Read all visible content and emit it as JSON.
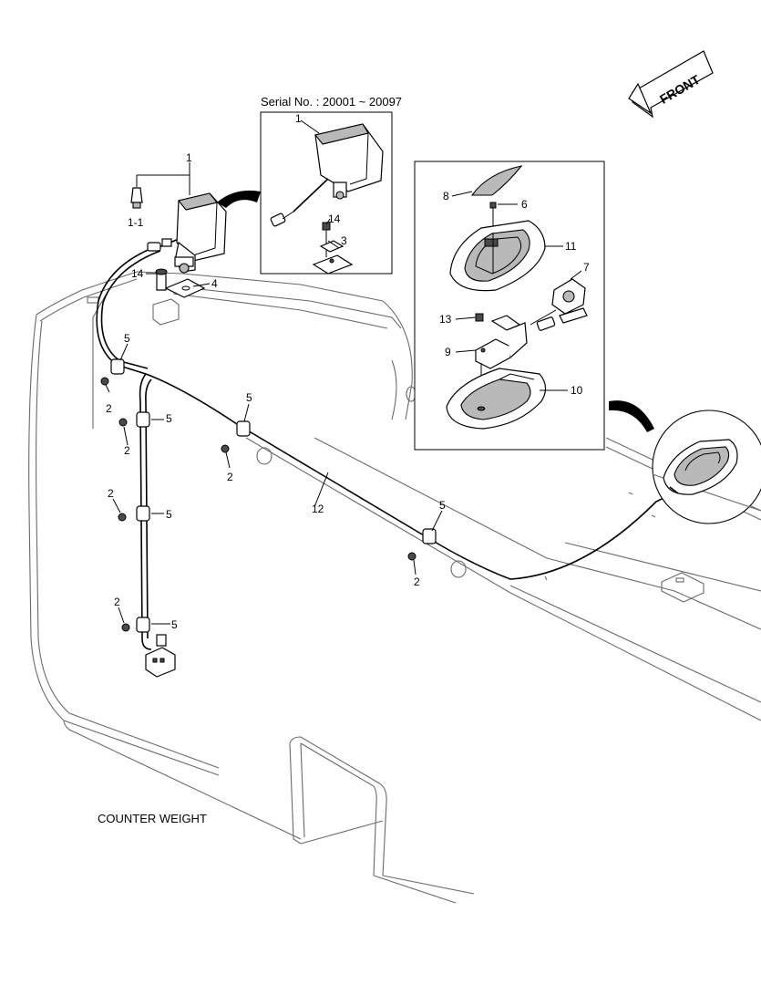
{
  "serial_text": "Serial No. : 20001 ~ 20097",
  "front_arrow": {
    "text": "FRONT",
    "icon": "front-arrow-icon"
  },
  "counterweight_label": "COUNTER WEIGHT",
  "callouts": {
    "c1_main": "1",
    "c1_1": "1-1",
    "c14_main": "14",
    "c4": "4",
    "c5_a": "5",
    "c5_b": "5",
    "c5_c": "5",
    "c5_d": "5",
    "c5_e": "5",
    "c5_f": "5",
    "c2_a": "2",
    "c2_b": "2",
    "c2_c": "2",
    "c2_d": "2",
    "c2_e": "2",
    "c2_f": "2",
    "c12": "12",
    "inset_a_1": "1",
    "inset_a_14": "14",
    "inset_a_3": "3",
    "inset_b_8": "8",
    "inset_b_6": "6",
    "inset_b_11": "11",
    "inset_b_7": "7",
    "inset_b_13": "13",
    "inset_b_9": "9",
    "inset_b_10": "10"
  }
}
